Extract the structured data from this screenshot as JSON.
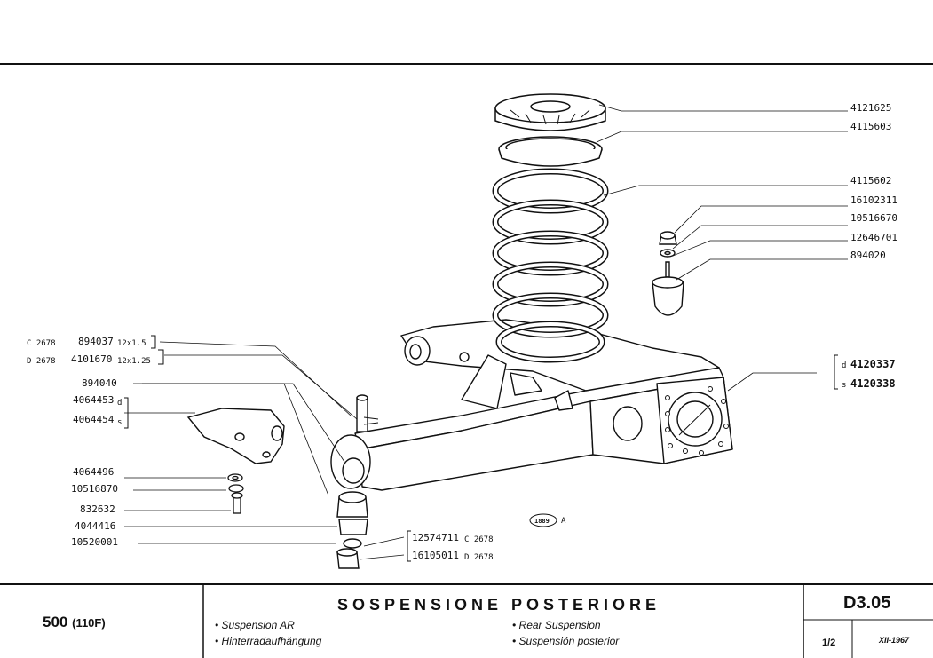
{
  "labels": {
    "p4121625": "4121625",
    "p4115603": "4115603",
    "p4115602": "4115602",
    "p16102311": "16102311",
    "p10516670": "10516670",
    "p12646701": "12646701",
    "p894020": "894020",
    "c2678_a": "C 2678",
    "p894037": "894037",
    "thread_a": "12x1.5",
    "d2678_a": "D 2678",
    "p4101670": "4101670",
    "thread_b": "12x1.25",
    "p894040": "894040",
    "p4064453": "4064453",
    "side_d": "d",
    "p4064454": "4064454",
    "side_s": "s",
    "p4064496": "4064496",
    "p10516870": "10516870",
    "p832632": "832632",
    "p4044416": "4044416",
    "p10520001": "10520001",
    "p12574711": "12574711",
    "c2678_b": "C 2678",
    "p16105011": "16105011",
    "d2678_b": "D 2678",
    "d_small": "d",
    "p4120337": "4120337",
    "s_small": "s",
    "p4120338": "4120338",
    "stamp": "1889",
    "stamp_letter": "A"
  },
  "footer": {
    "model": "500",
    "model_code": "(110F)",
    "title": "SOSPENSIONE POSTERIORE",
    "sub_fr": "Suspension AR",
    "sub_de": "Hinterradaufhängung",
    "sub_en": "Rear Suspension",
    "sub_es": "Suspensión posterior",
    "sheet_code": "D3.05",
    "page": "1/2",
    "date": "XII-1967"
  }
}
